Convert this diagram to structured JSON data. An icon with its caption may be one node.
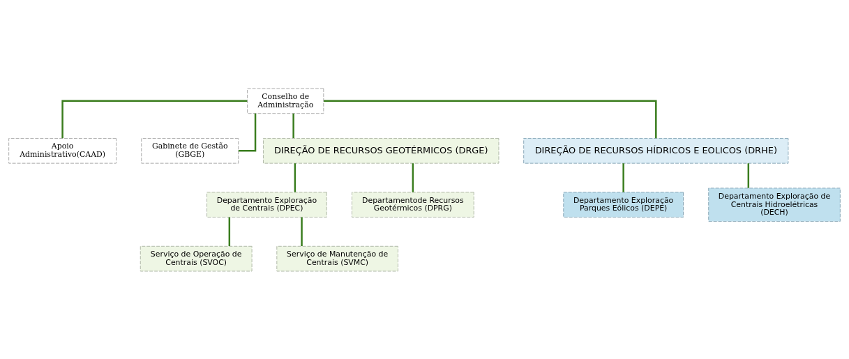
{
  "diagram": {
    "nodes": [
      {
        "text": [
          "Conselho de Administração"
        ]
      },
      {
        "text": [
          "Apoio Administrativo(CAAD)"
        ]
      },
      {
        "text": [
          "Gabinete de Gestão (GBGE)"
        ]
      },
      {
        "text": [
          "DIREÇÃO DE RECURSOS GEOTÉRMICOS (DRGE)"
        ]
      },
      {
        "text": [
          "DIREÇÃO DE RECURSOS HÍDRICOS E EOLICOS (DRHE)"
        ]
      },
      {
        "text": [
          "Departamento Exploração de Centrais (DPEC)"
        ]
      },
      {
        "text": [
          "Departamentode Recursos Geotérmicos (DPRG)"
        ]
      },
      {
        "text": [
          "Departamento Exploração Parques Eólicos (DEPE)"
        ]
      },
      {
        "text": [
          "Departamento Exploração de Centrais Hidroelétricas (DECH)"
        ]
      },
      {
        "text": [
          "Serviço de Operação de Centrais (SVOC)"
        ]
      },
      {
        "text": [
          "Serviço de Manutenção de Centrais (SVMC)"
        ]
      }
    ],
    "edges": [
      {
        "from": 0,
        "to": 1,
        "arrow": "none"
      },
      {
        "from": 0,
        "to": 2,
        "arrow": "none"
      },
      {
        "from": 0,
        "to": 3,
        "arrow": "none"
      },
      {
        "from": 0,
        "to": 4,
        "arrow": "none"
      },
      {
        "from": 3,
        "to": 5,
        "arrow": "none"
      },
      {
        "from": 3,
        "to": 6,
        "arrow": "none"
      },
      {
        "from": 4,
        "to": 7,
        "arrow": "none"
      },
      {
        "from": 4,
        "to": 8,
        "arrow": "none"
      },
      {
        "from": 5,
        "to": 9,
        "arrow": "none"
      },
      {
        "from": 5,
        "to": 10,
        "arrow": "none"
      }
    ]
  }
}
